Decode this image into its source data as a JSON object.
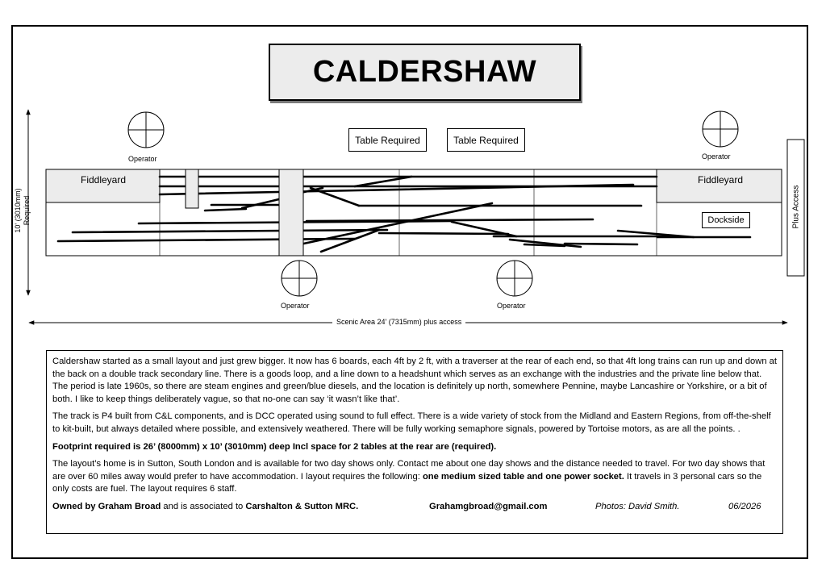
{
  "title": "CALDERSHAW",
  "labels": {
    "operator": "Operator",
    "table_required": "Table Required",
    "fiddleyard": "Fiddleyard",
    "dockside": "Dockside",
    "plus_access": "Plus Access",
    "depth_line1": "10' (3010mm)",
    "depth_line2": "Required",
    "scenic_area": "Scenic Area  24'  (7315mm)  plus access"
  },
  "description": {
    "p1": "Caldershaw started as a small layout and just grew bigger. It now has 6 boards, each 4ft by 2 ft, with a traverser at the rear of each end, so that 4ft long trains can run up and down at the back on a double track secondary line. There is a goods loop, and a line down to a headshunt which serves as an exchange with the industries and the private line below that. The period is late 1960s, so there are steam engines and green/blue diesels, and the location is definitely up north, somewhere Pennine, maybe Lancashire or Yorkshire, or a bit of both. I like to keep things deliberately vague, so that no-one can say ‘it wasn’t like that’.",
    "p2": "The track is P4 built from C&L components, and is DCC operated using sound to full effect. There is a wide variety of stock from the Midland and Eastern Regions, from off-the-shelf to kit-built, but always detailed where possible, and extensively weathered. There will be fully working semaphore signals, powered by Tortoise motors, as are all the points. .",
    "p3": "Footprint required is 26’ (8000mm) x 10’ (3010mm) deep Incl space for 2 tables at the rear are (required).",
    "p4_start": "The layout’s home is in Sutton, South London and is available for two day shows only. Contact me about one day shows and the distance needed to travel. For two day shows that are over 60 miles away  would prefer to have accommodation. I layout requires the following: ",
    "p4_bold": "one medium sized table and one power socket.",
    "p4_end": " It travels in 3 personal cars so the only costs are fuel. The layout requires 6 staff.",
    "owned_prefix": "Owned by Graham Broad",
    "owned_mid": " and is associated to ",
    "club": "Carshalton & Sutton MRC.",
    "email": "Grahamgbroad@gmail.com",
    "photos": "Photos: David Smith.",
    "date": "06/2026"
  }
}
